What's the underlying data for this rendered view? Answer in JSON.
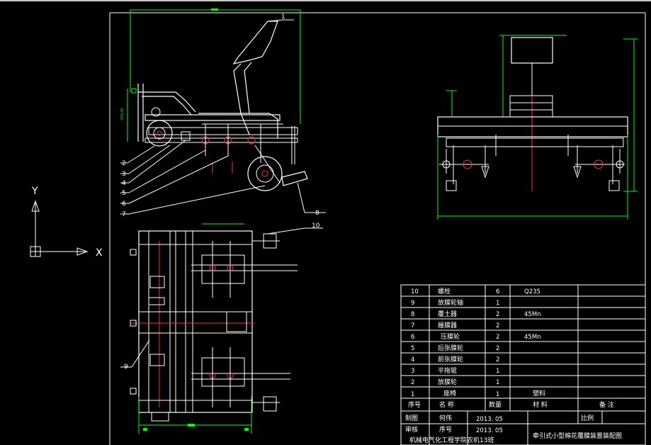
{
  "drawing_title": "牵引式小型棉花覆膜装置装配图",
  "axis_labels": {
    "y": "Y",
    "x": "X"
  },
  "callouts": [
    "1",
    "2",
    "3",
    "4",
    "5",
    "6",
    "7",
    "8",
    "9",
    "10"
  ],
  "bom": {
    "header": {
      "no": "序号",
      "name": "名    称",
      "qty": "数量",
      "material": "材    料",
      "note": "备    注"
    },
    "rows": [
      {
        "no": "10",
        "name": "螺栓",
        "qty": "6",
        "material": "Q235"
      },
      {
        "no": "9",
        "name": "放膜轮轴",
        "qty": "1",
        "material": ""
      },
      {
        "no": "8",
        "name": "覆土器",
        "qty": "2",
        "material": "45Mn"
      },
      {
        "no": "7",
        "name": "履膜器",
        "qty": "2",
        "material": ""
      },
      {
        "no": "6",
        "name": "压膜轮",
        "qty": "2",
        "material": "45Mn"
      },
      {
        "no": "5",
        "name": "后张膜轮",
        "qty": "2",
        "material": ""
      },
      {
        "no": "4",
        "name": "前张膜轮",
        "qty": "2",
        "material": ""
      },
      {
        "no": "3",
        "name": "平拖辊",
        "qty": "1",
        "material": ""
      },
      {
        "no": "2",
        "name": "放膜轮",
        "qty": "1",
        "material": ""
      },
      {
        "no": "1",
        "name": "座椅",
        "qty": "1",
        "material": "塑料"
      }
    ]
  },
  "title_block": {
    "drawn_label": "制图",
    "drawn_name": "何伟",
    "drawn_date": "2013. 05",
    "checked_label": "审核",
    "checked_name": "序号",
    "checked_date": "2013. 05",
    "scale_label": "比例",
    "school": "机械电气化工程学院农机13班"
  },
  "colors": {
    "background": "#000000",
    "line": "#ffffff",
    "dim": "#00ff00",
    "center": "#ff3030",
    "part": "#ffffff"
  }
}
